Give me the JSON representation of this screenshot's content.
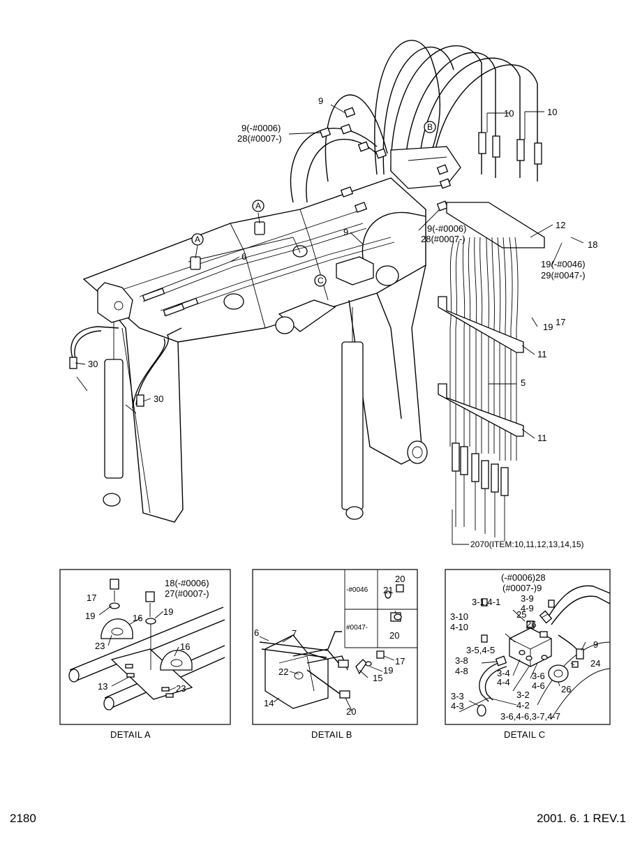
{
  "page": {
    "page_number": "2180",
    "revision": "2001. 6. 1 REV.1"
  },
  "main_callouts": {
    "c9_top": "9",
    "c9_0006": "9(-#0006)",
    "c28_0007": "28(#0007-)",
    "cB": "B",
    "c10_a": "10",
    "c10_b": "10",
    "cA_1": "A",
    "cA_2": "A",
    "c6": "6",
    "c9_mid": "9",
    "c9_0006_r": "9(-#0006)",
    "c28_0007_r": "28(#0007-)",
    "c12": "12",
    "c18": "18",
    "c19_0046": "19(-#0046)",
    "c29_0047": "29(#0047-)",
    "cC": "C",
    "c19": "19",
    "c17": "17",
    "c11_a": "11",
    "c5": "5",
    "c11_b": "11",
    "c30_a": "30",
    "c30_b": "30",
    "c2070": "2070(ITEM:10,11,12,13,14,15)"
  },
  "detail_a": {
    "caption": "DETAIL A",
    "labels": {
      "l17": "17",
      "l18": "18(-#0006)",
      "l27": "27(#0007-)",
      "l19a": "19",
      "l16a": "16",
      "l19b": "19",
      "l23a": "23",
      "l16b": "16",
      "l13": "13",
      "l23b": "23"
    }
  },
  "detail_b": {
    "caption": "DETAIL B",
    "serial_table": {
      "row1": "-#0046",
      "row2": "#0047-"
    },
    "labels": {
      "l20a": "20",
      "l21": "21",
      "l20b": "20",
      "l6": "6",
      "l7": "7",
      "l17": "17",
      "l19": "19",
      "l22": "22",
      "l15": "15",
      "l14": "14",
      "l20c": "20"
    }
  },
  "detail_c": {
    "caption": "DETAIL C",
    "labels": {
      "l28": "(-#0006)28",
      "l9top": "(#0007-)9",
      "l39": "3-9",
      "l49": "4-9",
      "l31": "3-1,4-1",
      "l310": "3-10",
      "l410": "4-10",
      "l25": "25",
      "l26a": "26",
      "l9": "9",
      "l35": "3-5,4-5",
      "l38": "3-8",
      "l48": "4-8",
      "l34": "3-4",
      "l44": "4-4",
      "l24": "24",
      "l36": "3-6",
      "l46": "4-6",
      "l32": "3-2",
      "l42": "4-2",
      "l33": "3-3",
      "l43": "4-3",
      "l26b": "26",
      "l3647": "3-6,4-6,3-7,4-7"
    }
  }
}
